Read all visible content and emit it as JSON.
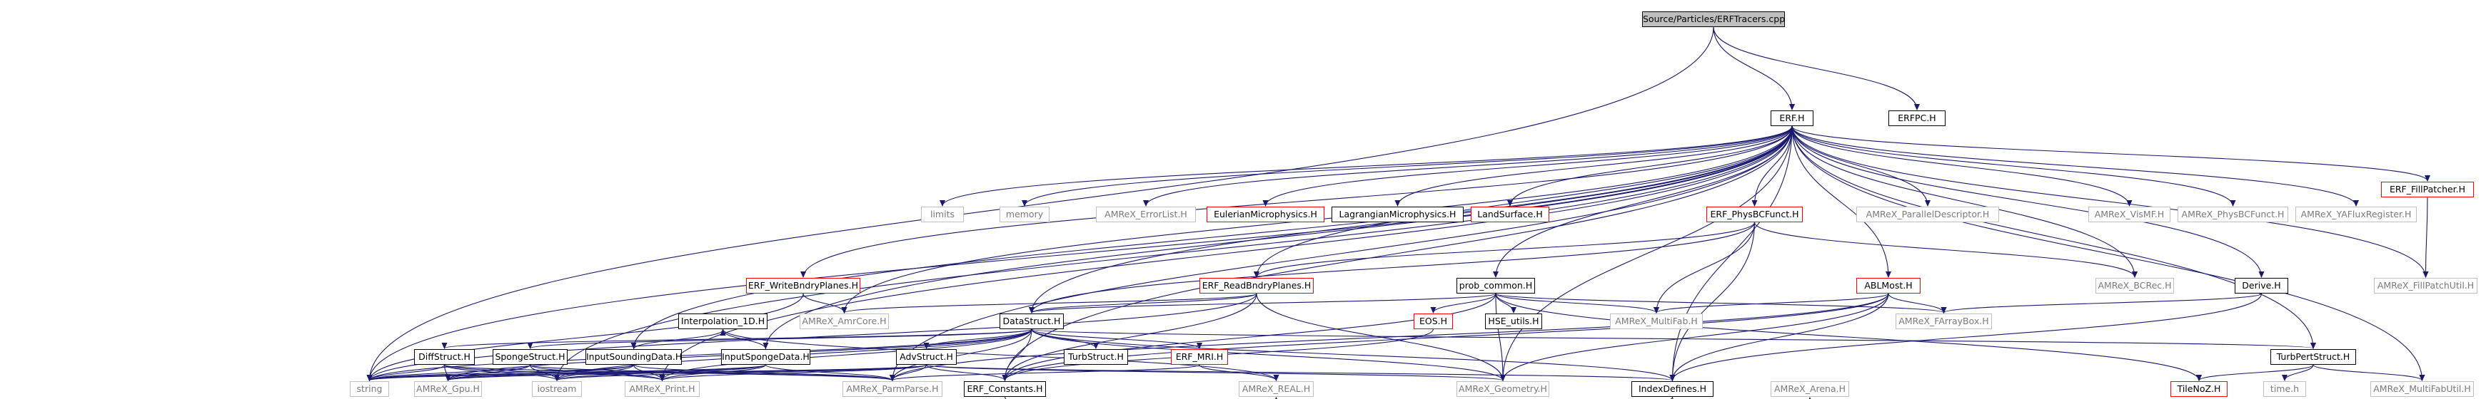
{
  "graph": {
    "colors": {
      "root_fill": "#bfbfbf",
      "edge": "#191970",
      "border_documented": "#000000",
      "border_external": "#bfbfbf",
      "border_incomplete": "#ff0000"
    },
    "nodes": {
      "src": {
        "label": "Source/Particles/ERFTracers.cpp",
        "kind": "root"
      },
      "erf": {
        "label": "ERF.H",
        "kind": "doc"
      },
      "pc": {
        "label": "ERFPC.H",
        "kind": "doc"
      },
      "limits": {
        "label": "limits",
        "kind": "ext"
      },
      "memory": {
        "label": "memory",
        "kind": "ext"
      },
      "physbc": {
        "label": "ERF_PhysBCFunct.H",
        "kind": "red"
      },
      "pardesc": {
        "label": "AMReX_ParallelDescriptor.H",
        "kind": "ext"
      },
      "vismf": {
        "label": "AMReX_VisMF.H",
        "kind": "ext"
      },
      "amrphys": {
        "label": "AMReX_PhysBCFunct.H",
        "kind": "ext"
      },
      "yaflux": {
        "label": "AMReX_YAFluxRegister.H",
        "kind": "ext"
      },
      "errlist": {
        "label": "AMReX_ErrorList.H",
        "kind": "ext"
      },
      "euler": {
        "label": "EulerianMicrophysics.H",
        "kind": "red"
      },
      "lagr": {
        "label": "LagrangianMicrophysics.H",
        "kind": "doc"
      },
      "land": {
        "label": "LandSurface.H",
        "kind": "red"
      },
      "fillp": {
        "label": "ERF_FillPatcher.H",
        "kind": "red"
      },
      "fpu": {
        "label": "AMReX_FillPatchUtil.H",
        "kind": "ext"
      },
      "wbp": {
        "label": "ERF_WriteBndryPlanes.H",
        "kind": "red"
      },
      "rbp": {
        "label": "ERF_ReadBndryPlanes.H",
        "kind": "red"
      },
      "probc": {
        "label": "prob_common.H",
        "kind": "doc"
      },
      "abl": {
        "label": "ABLMost.H",
        "kind": "red"
      },
      "bcrec": {
        "label": "AMReX_BCRec.H",
        "kind": "ext"
      },
      "derive": {
        "label": "Derive.H",
        "kind": "doc"
      },
      "amrcore": {
        "label": "AMReX_AmrCore.H",
        "kind": "ext"
      },
      "eos": {
        "label": "EOS.H",
        "kind": "red"
      },
      "hse": {
        "label": "HSE_utils.H",
        "kind": "doc"
      },
      "multifab": {
        "label": "AMReX_MultiFab.H",
        "kind": "ext"
      },
      "farray": {
        "label": "AMReX_FArrayBox.H",
        "kind": "ext"
      },
      "datas": {
        "label": "DataStruct.H",
        "kind": "doc"
      },
      "diffs": {
        "label": "DiffStruct.H",
        "kind": "doc"
      },
      "sponge": {
        "label": "SpongeStruct.H",
        "kind": "doc"
      },
      "isound": {
        "label": "InputSoundingData.H",
        "kind": "doc"
      },
      "ispong": {
        "label": "InputSpongeData.H",
        "kind": "doc"
      },
      "advs": {
        "label": "AdvStruct.H",
        "kind": "doc"
      },
      "turbs": {
        "label": "TurbStruct.H",
        "kind": "doc"
      },
      "mri": {
        "label": "ERF_MRI.H",
        "kind": "red"
      },
      "turbp": {
        "label": "TurbPertStruct.H",
        "kind": "doc"
      },
      "string": {
        "label": "string",
        "kind": "ext"
      },
      "gpu": {
        "label": "AMReX_Gpu.H",
        "kind": "ext"
      },
      "iostream": {
        "label": "iostream",
        "kind": "ext"
      },
      "print": {
        "label": "AMReX_Print.H",
        "kind": "ext"
      },
      "parmparse": {
        "label": "AMReX_ParmParse.H",
        "kind": "ext"
      },
      "consts": {
        "label": "ERF_Constants.H",
        "kind": "doc"
      },
      "geom": {
        "label": "AMReX_Geometry.H",
        "kind": "ext"
      },
      "index": {
        "label": "IndexDefines.H",
        "kind": "doc"
      },
      "tilenoz": {
        "label": "TileNoZ.H",
        "kind": "red"
      },
      "timeh": {
        "label": "time.h",
        "kind": "ext"
      },
      "mfu": {
        "label": "AMReX_MultiFabUtil.H",
        "kind": "ext"
      },
      "interp": {
        "label": "Interpolation_1D.H",
        "kind": "doc"
      },
      "real": {
        "label": "AMReX_REAL.H",
        "kind": "ext"
      },
      "arena": {
        "label": "AMReX_Arena.H",
        "kind": "ext"
      }
    },
    "edges": [
      [
        "src",
        "erf"
      ],
      [
        "src",
        "pc"
      ],
      [
        "src",
        "string"
      ],
      [
        "erf",
        "limits"
      ],
      [
        "erf",
        "memory"
      ],
      [
        "erf",
        "physbc"
      ],
      [
        "erf",
        "pardesc"
      ],
      [
        "erf",
        "vismf"
      ],
      [
        "erf",
        "amrphys"
      ],
      [
        "erf",
        "yaflux"
      ],
      [
        "erf",
        "errlist"
      ],
      [
        "erf",
        "euler"
      ],
      [
        "erf",
        "lagr"
      ],
      [
        "erf",
        "land"
      ],
      [
        "erf",
        "fillp"
      ],
      [
        "erf",
        "fpu"
      ],
      [
        "erf",
        "mfu"
      ],
      [
        "erf",
        "wbp"
      ],
      [
        "erf",
        "rbp"
      ],
      [
        "erf",
        "probc"
      ],
      [
        "erf",
        "abl"
      ],
      [
        "erf",
        "bcrec"
      ],
      [
        "erf",
        "derive"
      ],
      [
        "erf",
        "amrcore"
      ],
      [
        "erf",
        "datas"
      ],
      [
        "erf",
        "isound"
      ],
      [
        "erf",
        "ispong"
      ],
      [
        "erf",
        "turbp"
      ],
      [
        "erf",
        "index"
      ],
      [
        "erf",
        "string"
      ],
      [
        "erf",
        "iostream"
      ],
      [
        "erf",
        "print"
      ],
      [
        "erf",
        "parmparse"
      ],
      [
        "erf",
        "consts"
      ],
      [
        "erf",
        "geom"
      ],
      [
        "physbc",
        "datas"
      ],
      [
        "physbc",
        "bcrec"
      ],
      [
        "physbc",
        "index"
      ],
      [
        "physbc",
        "multifab"
      ],
      [
        "physbc",
        "rbp"
      ],
      [
        "fillp",
        "fpu"
      ],
      [
        "wbp",
        "amrcore"
      ],
      [
        "wbp",
        "string"
      ],
      [
        "rbp",
        "amrcore"
      ],
      [
        "rbp",
        "datas"
      ],
      [
        "rbp",
        "string"
      ],
      [
        "rbp",
        "geom"
      ],
      [
        "rbp",
        "consts"
      ],
      [
        "probc",
        "datas"
      ],
      [
        "probc",
        "eos"
      ],
      [
        "probc",
        "hse"
      ],
      [
        "probc",
        "multifab"
      ],
      [
        "probc",
        "farray"
      ],
      [
        "probc",
        "geom"
      ],
      [
        "probc",
        "consts"
      ],
      [
        "probc",
        "tilenoz"
      ],
      [
        "abl",
        "multifab"
      ],
      [
        "abl",
        "farray"
      ],
      [
        "abl",
        "geom"
      ],
      [
        "abl",
        "index"
      ],
      [
        "abl",
        "consts"
      ],
      [
        "abl",
        "parmparse"
      ],
      [
        "derive",
        "farray"
      ],
      [
        "derive",
        "index"
      ],
      [
        "eos",
        "consts"
      ],
      [
        "datas",
        "diffs"
      ],
      [
        "datas",
        "sponge"
      ],
      [
        "datas",
        "advs"
      ],
      [
        "datas",
        "turbs"
      ],
      [
        "datas",
        "mri"
      ],
      [
        "datas",
        "turbp"
      ],
      [
        "datas",
        "string"
      ],
      [
        "datas",
        "gpu"
      ],
      [
        "datas",
        "iostream"
      ],
      [
        "datas",
        "print"
      ],
      [
        "datas",
        "parmparse"
      ],
      [
        "datas",
        "geom"
      ],
      [
        "datas",
        "index"
      ],
      [
        "datas",
        "consts"
      ],
      [
        "diffs",
        "string"
      ],
      [
        "diffs",
        "gpu"
      ],
      [
        "diffs",
        "iostream"
      ],
      [
        "diffs",
        "print"
      ],
      [
        "diffs",
        "parmparse"
      ],
      [
        "sponge",
        "string"
      ],
      [
        "sponge",
        "gpu"
      ],
      [
        "sponge",
        "iostream"
      ],
      [
        "sponge",
        "print"
      ],
      [
        "sponge",
        "parmparse"
      ],
      [
        "isound",
        "string"
      ],
      [
        "isound",
        "gpu"
      ],
      [
        "isound",
        "iostream"
      ],
      [
        "isound",
        "print"
      ],
      [
        "isound",
        "parmparse"
      ],
      [
        "isound",
        "interp"
      ],
      [
        "ispong",
        "string"
      ],
      [
        "ispong",
        "gpu"
      ],
      [
        "ispong",
        "iostream"
      ],
      [
        "ispong",
        "print"
      ],
      [
        "ispong",
        "parmparse"
      ],
      [
        "ispong",
        "interp"
      ],
      [
        "advs",
        "string"
      ],
      [
        "advs",
        "gpu"
      ],
      [
        "advs",
        "iostream"
      ],
      [
        "advs",
        "print"
      ],
      [
        "advs",
        "parmparse"
      ],
      [
        "advs",
        "consts"
      ],
      [
        "advs",
        "geom"
      ],
      [
        "advs",
        "index"
      ],
      [
        "mri",
        "real"
      ],
      [
        "mri",
        "parmparse"
      ],
      [
        "turbp",
        "tilenoz"
      ],
      [
        "turbp",
        "timeh"
      ],
      [
        "turbp",
        "mfu"
      ],
      [
        "interp",
        "real"
      ],
      [
        "consts",
        "real"
      ],
      [
        "index",
        "real"
      ],
      [
        "index",
        "arena"
      ]
    ]
  }
}
